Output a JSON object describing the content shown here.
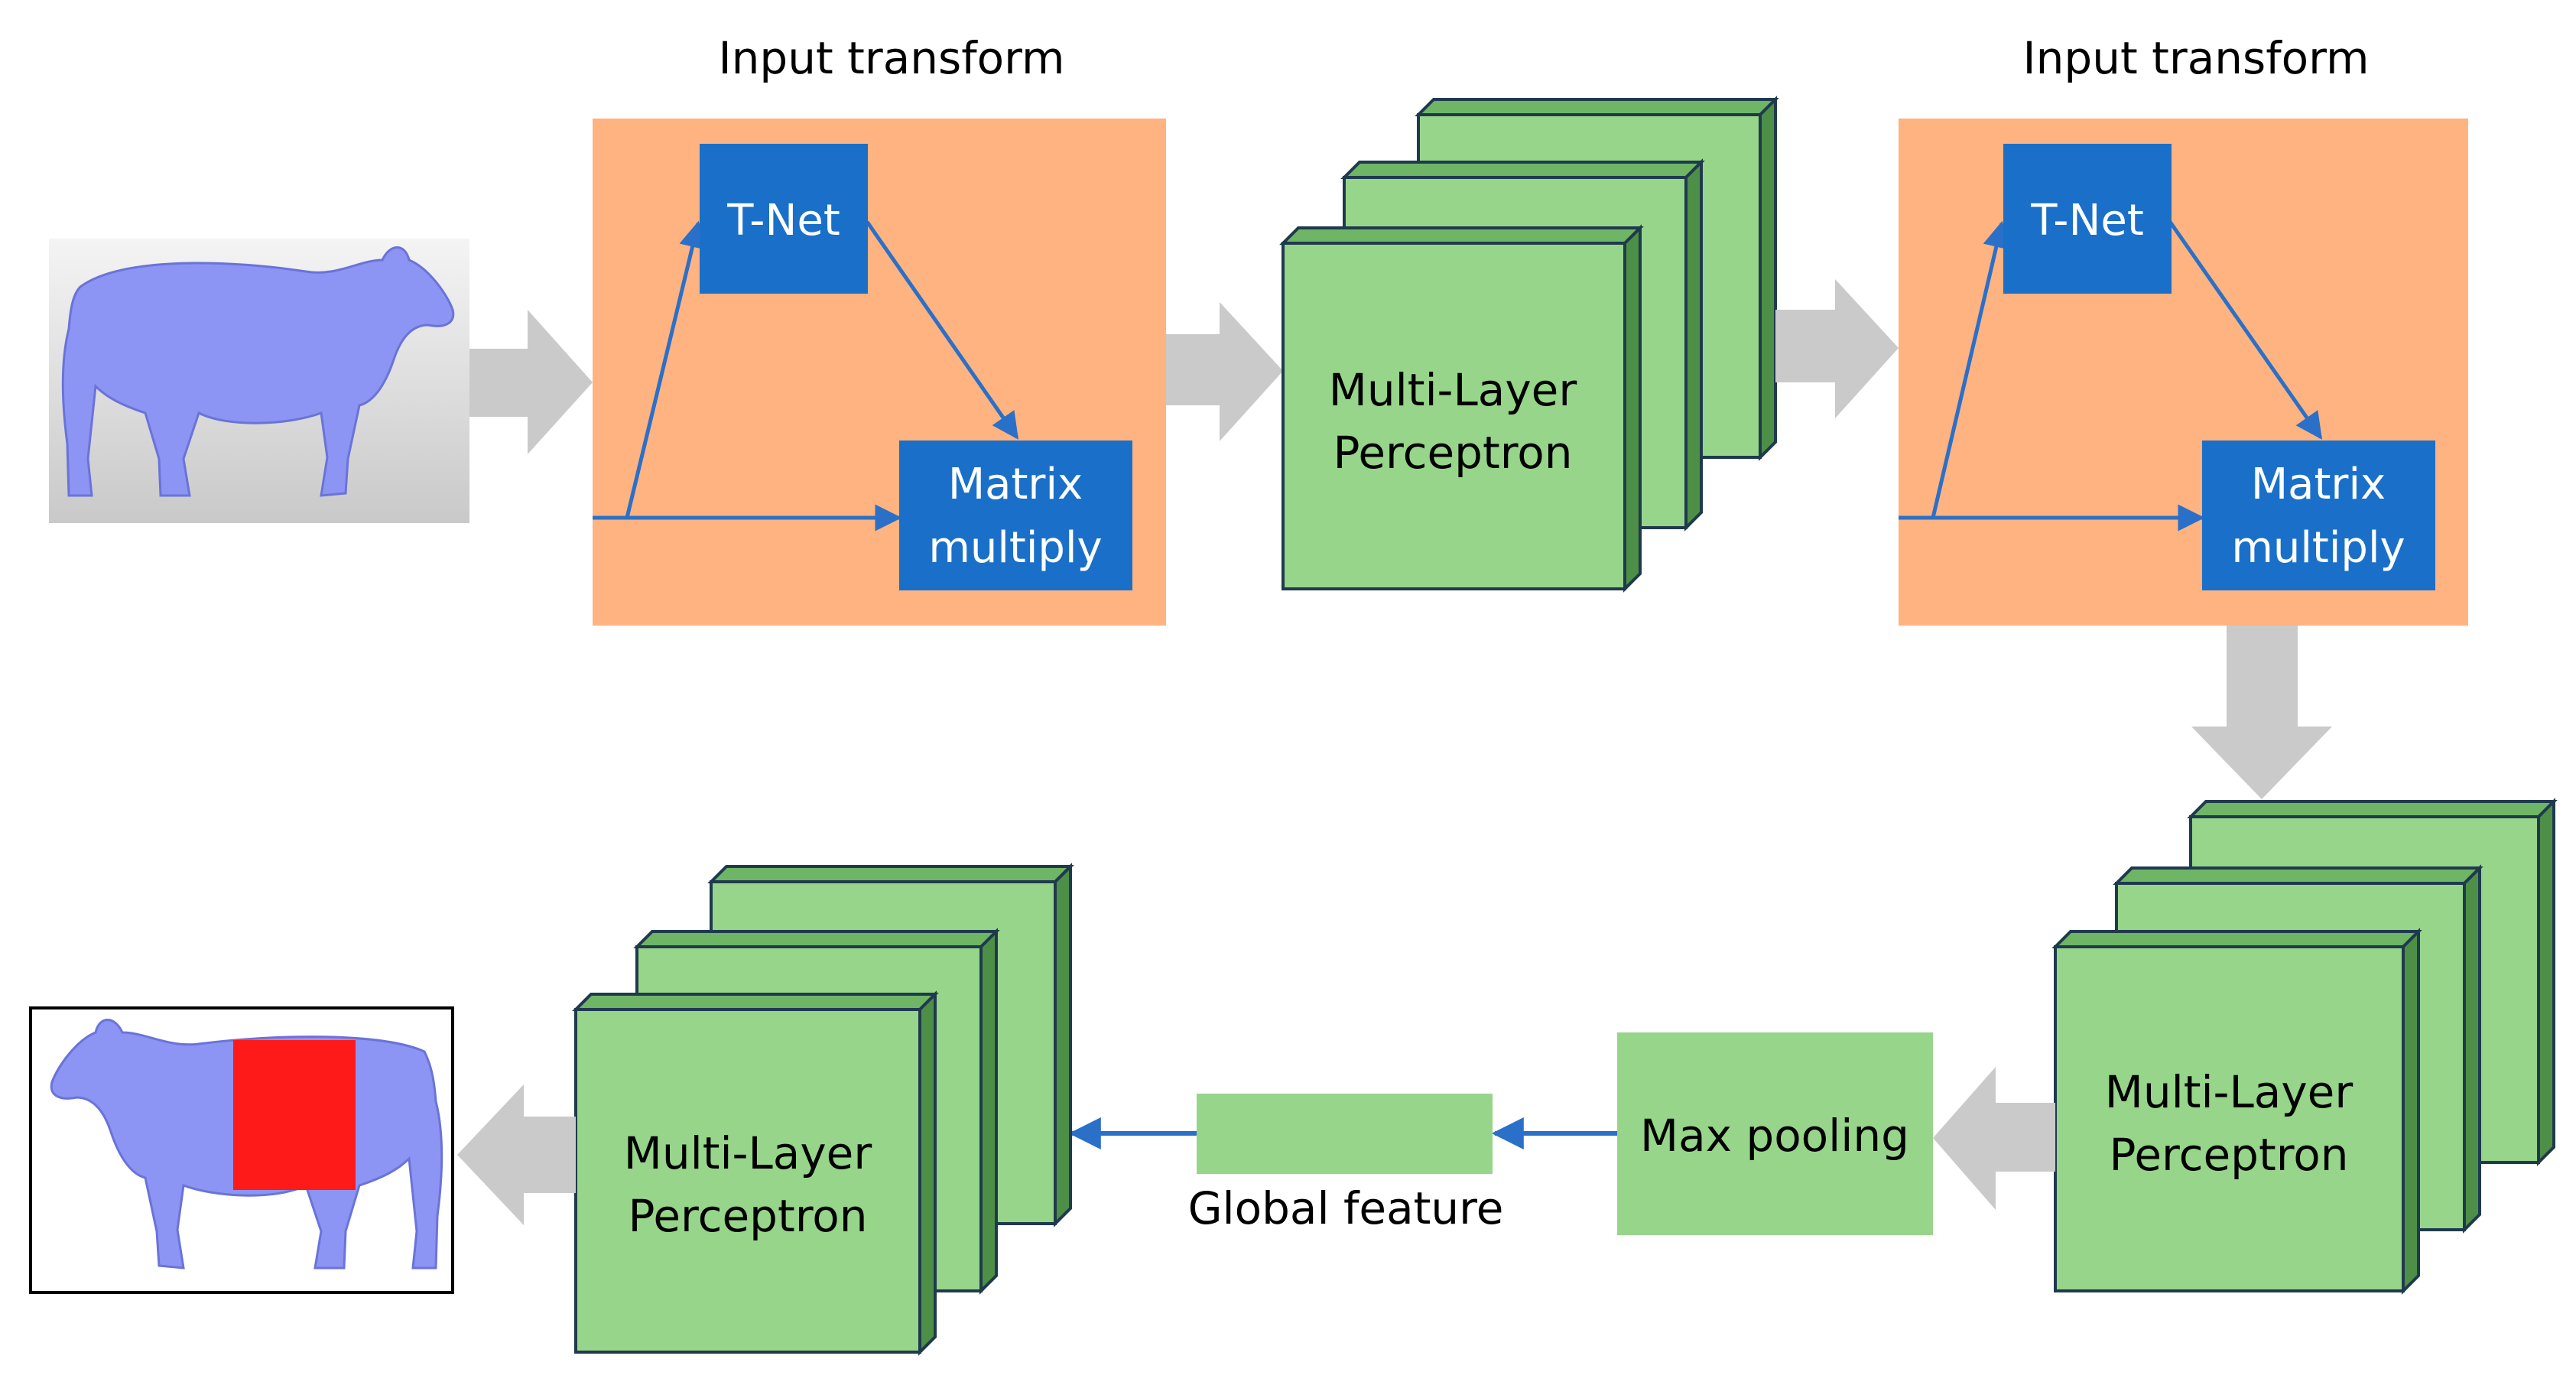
{
  "top_transform_1": {
    "title": "Input transform",
    "tnet": "T-Net",
    "matmul": [
      "Matrix",
      "multiply"
    ]
  },
  "top_transform_2": {
    "title": "Input transform",
    "tnet": "T-Net",
    "matmul": [
      "Matrix",
      "multiply"
    ]
  },
  "mlp_top": [
    "Multi-Layer",
    "Perceptron"
  ],
  "mlp_bottom_right": [
    "Multi-Layer",
    "Perceptron"
  ],
  "mlp_bottom_left": [
    "Multi-Layer",
    "Perceptron"
  ],
  "max_pooling": "Max pooling",
  "global_feature": "Global feature",
  "colors": {
    "transform_bg": "#FFB380",
    "tnet_blue": "#1A70C8",
    "mlp_green": "#97D58A",
    "arrow_gray": "#CACACA",
    "line_blue": "#2A70C8",
    "cow_blue": "#8C95F4",
    "segment_red": "#FF1A1A"
  }
}
